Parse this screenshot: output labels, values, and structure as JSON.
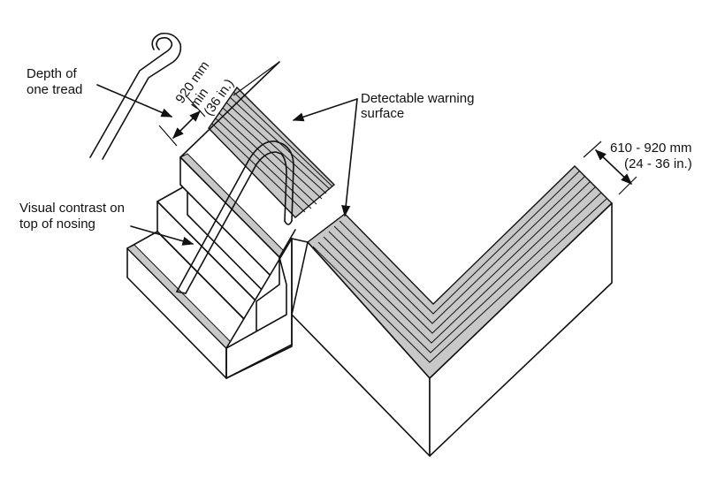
{
  "labels": {
    "depth_of_tread": [
      "Depth of",
      "one tread"
    ],
    "min_width": [
      "920 mm",
      "min",
      "(36 in.)"
    ],
    "detectable_warning": [
      "Detectable warning",
      "surface"
    ],
    "band_width": [
      "610 - 920 mm",
      "(24 - 36 in.)"
    ],
    "visual_contrast": [
      "Visual contrast on",
      "top of nosing"
    ]
  },
  "colors": {
    "line": "#111111",
    "warning_fill": "#c8c8c8",
    "nosing_fill": "#c8c8c8",
    "background": "#ffffff"
  },
  "icons": {
    "dimension_arrow": "double-headed arrow",
    "leader_arrow": "arrowhead"
  }
}
